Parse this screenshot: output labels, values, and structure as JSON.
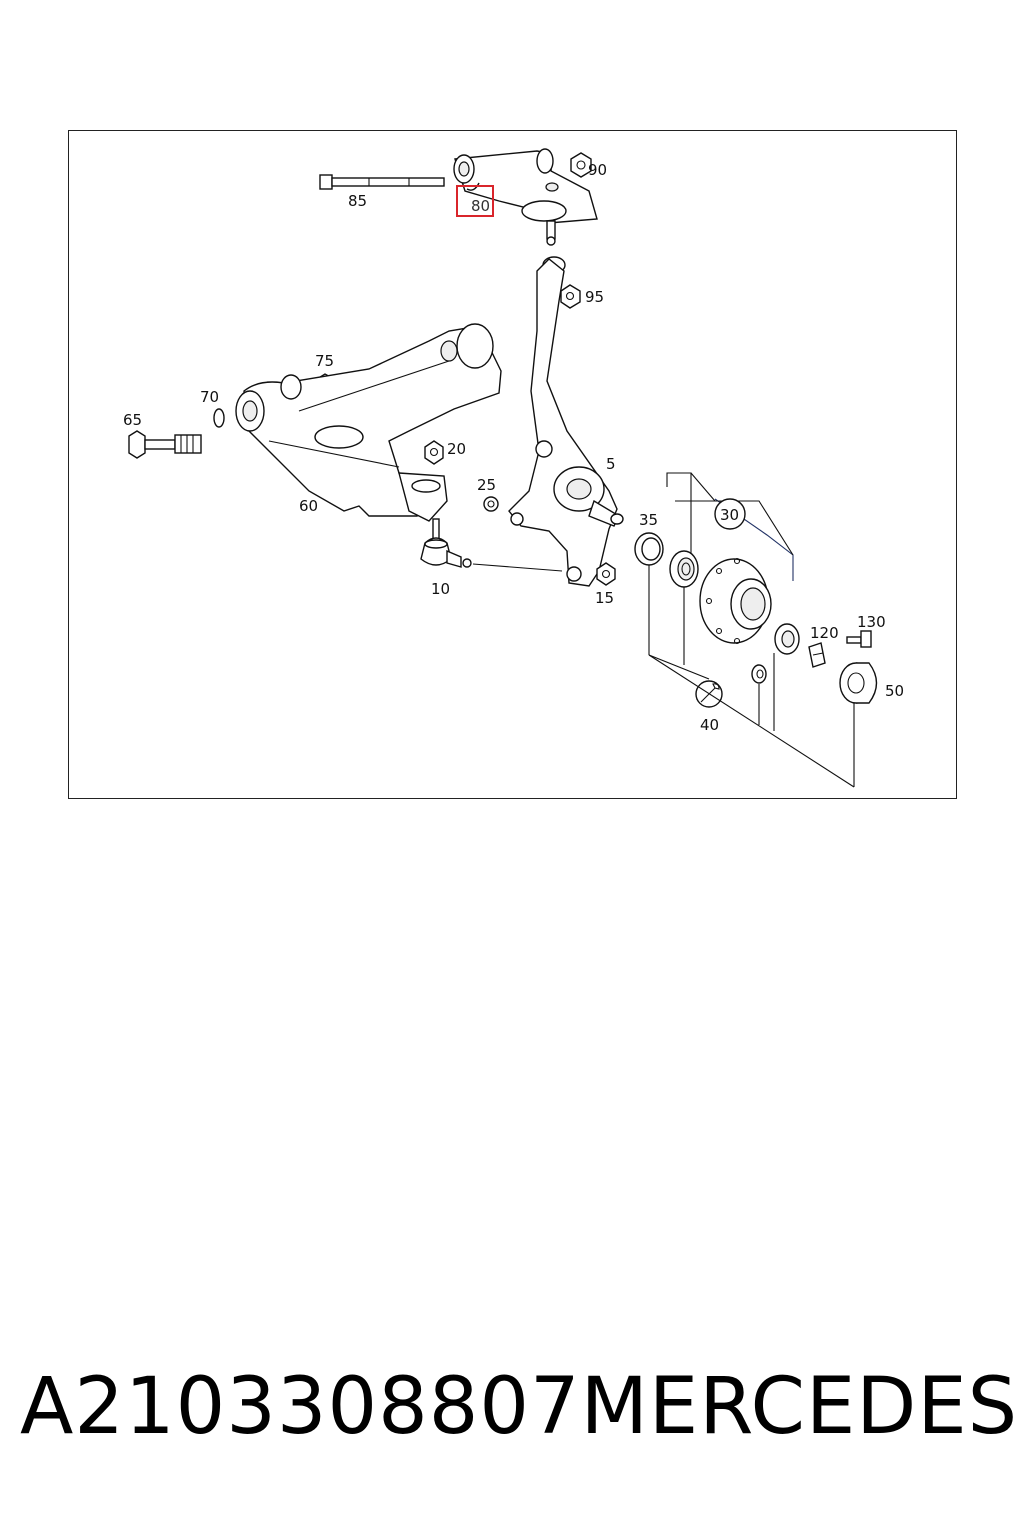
{
  "diagram": {
    "highlighted_part": "80",
    "highlight_color": "#d9252b",
    "part_labels": {
      "p5": "5",
      "p10": "10",
      "p15": "15",
      "p20": "20",
      "p25": "25",
      "p30": "30",
      "p35": "35",
      "p40": "40",
      "p50": "50",
      "p60": "60",
      "p65": "65",
      "p70": "70",
      "p75": "75",
      "p80": "80",
      "p85": "85",
      "p90": "90",
      "p95": "95",
      "p120": "120",
      "p130": "130"
    }
  },
  "footer": {
    "part_number": "A2103308807",
    "brand": "MERCEDES"
  }
}
